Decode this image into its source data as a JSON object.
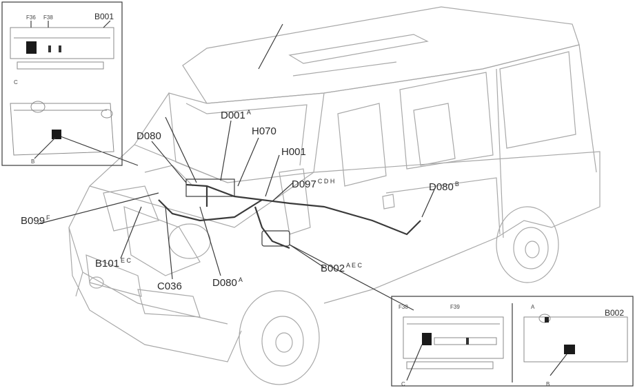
{
  "labels": {
    "b001": "B001",
    "f36": "F36",
    "f38": "F38",
    "d080": "D080",
    "d001": "D001",
    "d001_sup": "A",
    "h070": "H070",
    "h001": "H001",
    "d097": "D097",
    "d097_sup": "C D H",
    "d080b": "D080",
    "d080b_sup": "B",
    "b099": "B099",
    "b099_sup": "F",
    "b101": "B101",
    "b101_sup": "E C",
    "c036": "C036",
    "d080c": "D080",
    "d080c_sup": "A",
    "b002": "B002",
    "b002_sup": "A E C",
    "b002b": "B002",
    "f38b": "F38",
    "f39": "F39",
    "inset_c": "C",
    "inset_b": "B",
    "inset_c2": "C",
    "inset_b2": "B",
    "inset_a": "A"
  }
}
